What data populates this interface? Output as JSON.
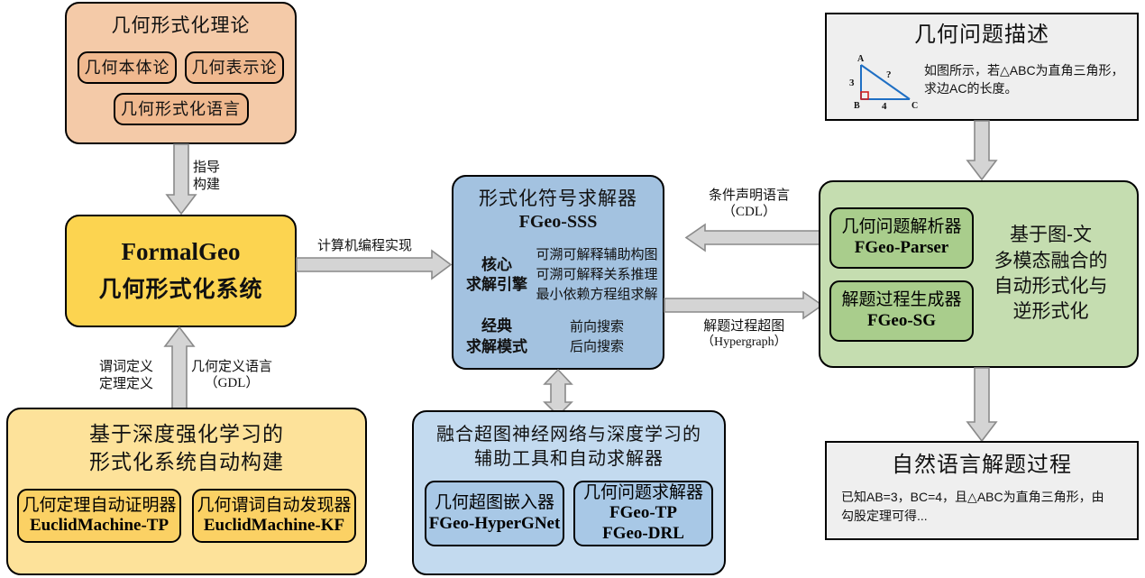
{
  "theory_box": {
    "title": "几何形式化理论",
    "chips": [
      {
        "label": "几何本体论"
      },
      {
        "label": "几何表示论"
      },
      {
        "label": "几何形式化语言"
      }
    ]
  },
  "formalgeo_box": {
    "name_en": "FormalGeo",
    "name_cn": "几何形式化系统"
  },
  "autobuild_box": {
    "title_line1": "基于深度强化学习的",
    "title_line2": "形式化系统自动构建",
    "chips": [
      {
        "cn": "几何定理自动证明器",
        "en": "EuclidMachine-TP"
      },
      {
        "cn": "几何谓词自动发现器",
        "en": "EuclidMachine-KF"
      }
    ]
  },
  "solver_box": {
    "title_cn": "形式化符号求解器",
    "title_en": "FGeo-SSS",
    "core_label_line1": "核心",
    "core_label_line2": "求解引擎",
    "core_items": [
      "可溯可解释辅助构图",
      "可溯可解释关系推理",
      "最小依赖方程组求解"
    ],
    "classic_label_line1": "经典",
    "classic_label_line2": "求解模式",
    "classic_items": [
      "前向搜索",
      "后向搜索"
    ]
  },
  "neural_box": {
    "title_line1": "融合超图神经网络与深度学习的",
    "title_line2": "辅助工具和自动求解器",
    "chips": [
      {
        "cn": "几何超图嵌入器",
        "en_lines": [
          "FGeo-HyperGNet"
        ]
      },
      {
        "cn": "几何问题求解器",
        "en_lines": [
          "FGeo-TP",
          "FGeo-DRL"
        ]
      }
    ]
  },
  "parser_box": {
    "chips": [
      {
        "cn": "几何问题解析器",
        "en": "FGeo-Parser"
      },
      {
        "cn": "解题过程生成器",
        "en": "FGeo-SG"
      }
    ],
    "side_text": [
      "基于图-文",
      "多模态融合的",
      "自动形式化与",
      "逆形式化"
    ]
  },
  "problem_box": {
    "title": "几何问题描述",
    "body_line1": "如图所示，若△ABC为直角三角形，",
    "body_line2": "求边AC的长度。",
    "figure": {
      "vertex_a": "A",
      "vertex_b": "B",
      "vertex_c": "C",
      "side_ab": "3",
      "side_bc": "4",
      "side_ac": "?"
    }
  },
  "answer_box": {
    "title": "自然语言解题过程",
    "body_line1": "已知AB=3，BC=4，且△ABC为直角三角形，由",
    "body_line2": "勾股定理可得..."
  },
  "arrow_labels": {
    "guide": [
      "指导",
      "构建"
    ],
    "program": "计算机编程实现",
    "predicate": [
      "谓词定义",
      "定理定义"
    ],
    "gdl": [
      "几何定义语言",
      "（GDL）"
    ],
    "cdl": [
      "条件声明语言",
      "（CDL）"
    ],
    "hypergraph": [
      "解题过程超图",
      "（Hypergraph）"
    ]
  },
  "colors": {
    "peach": "#f4caa8",
    "peach_chip": "#f0b98f",
    "yellow": "#fcd450",
    "yellow_light": "#fde29a",
    "yellow_chip": "#fbd164",
    "blue": "#a3c2e0",
    "blue_light": "#c3daef",
    "blue_chip": "#a8c8e6",
    "green": "#c5ddb0",
    "green_chip": "#a9cd8c",
    "grey": "#efefef",
    "arrow_fill": "#d4d4d4",
    "arrow_stroke": "#8a8a8a",
    "figure_blue": "#1f6fc4",
    "right_angle_red": "#d32020"
  }
}
